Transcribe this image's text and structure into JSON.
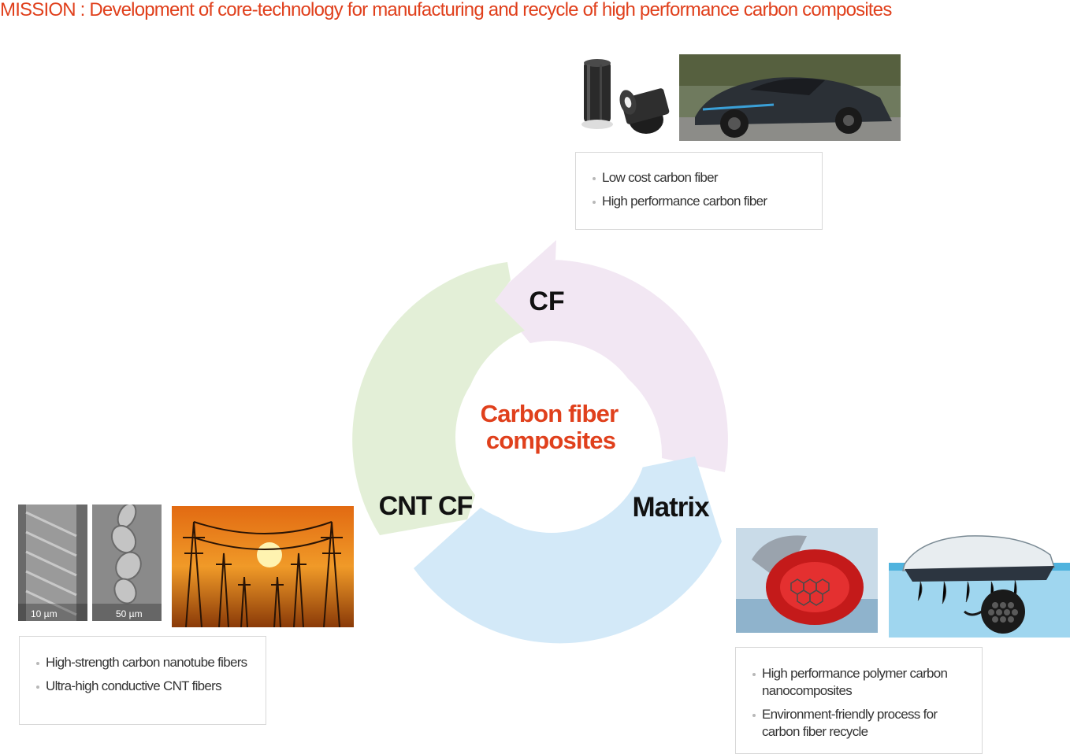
{
  "mission": {
    "title": "MISSION : Development of core-technology for manufacturing and recycle of high performance carbon composites"
  },
  "cycle": {
    "center_line1": "Carbon fiber",
    "center_line2": "composites",
    "nodes": {
      "cf": "CF",
      "matrix": "Matrix",
      "cnt_cf": "CNT CF"
    },
    "colors": {
      "cf_arrow": "#f2e7f3",
      "matrix_arrow": "#d3e9f8",
      "cnt_arrow": "#e3efd7",
      "accent": "#e0401c"
    }
  },
  "cf_panel": {
    "bullets": [
      "Low cost carbon fiber",
      "High performance carbon fiber"
    ]
  },
  "cnt_panel": {
    "micrograph_scale_left": "10 µm",
    "micrograph_scale_right": "50 µm",
    "bullets": [
      "High-strength carbon nanotube fibers",
      "Ultra-high conductive CNT fibers"
    ]
  },
  "matrix_panel": {
    "bullets": [
      "High performance polymer carbon nanocomposites",
      "Environment-friendly process for carbon fiber recycle"
    ]
  }
}
